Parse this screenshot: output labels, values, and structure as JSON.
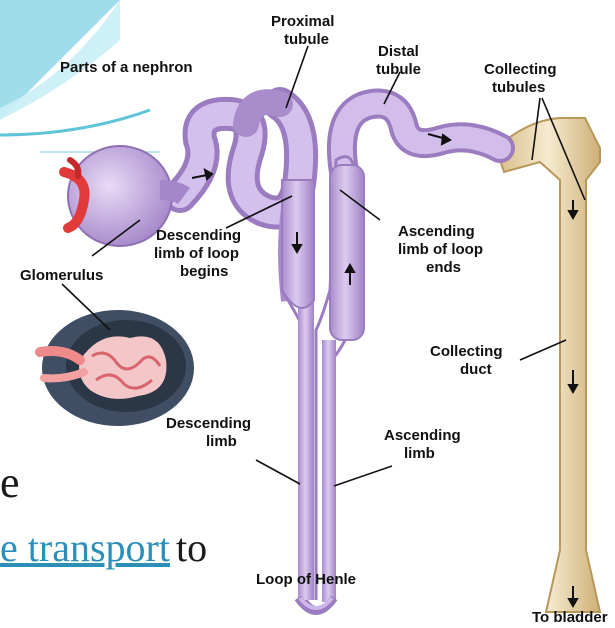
{
  "diagram": {
    "title": "Parts of a nephron",
    "labels": {
      "proximal": [
        "Proximal",
        "tubule"
      ],
      "distal": [
        "Distal",
        "tubule"
      ],
      "collecting_tubules": [
        "Collecting",
        "tubules"
      ],
      "glomerulus": "Glomerulus",
      "descending_begins": [
        "Descending",
        "limb of loop",
        "begins"
      ],
      "ascending_ends": [
        "Ascending",
        "limb of loop",
        "ends"
      ],
      "collecting_duct": [
        "Collecting",
        "duct"
      ],
      "descending_limb": [
        "Descending",
        "limb"
      ],
      "ascending_limb": [
        "Ascending",
        "limb"
      ],
      "loop_of_henle": "Loop of Henle",
      "to_bladder": "To bladder"
    }
  },
  "slide": {
    "partial_word": "e",
    "link_text": "e transport",
    "trailing_text": "to"
  },
  "colors": {
    "tubule": "#c2a6de",
    "tubule_dark": "#9b7cc0",
    "duct": "#ead7a8",
    "duct_dark": "#c9ad6e",
    "vessel": "#e03a3a",
    "link": "#2c8fb8",
    "teal": "#5fc4d8"
  }
}
